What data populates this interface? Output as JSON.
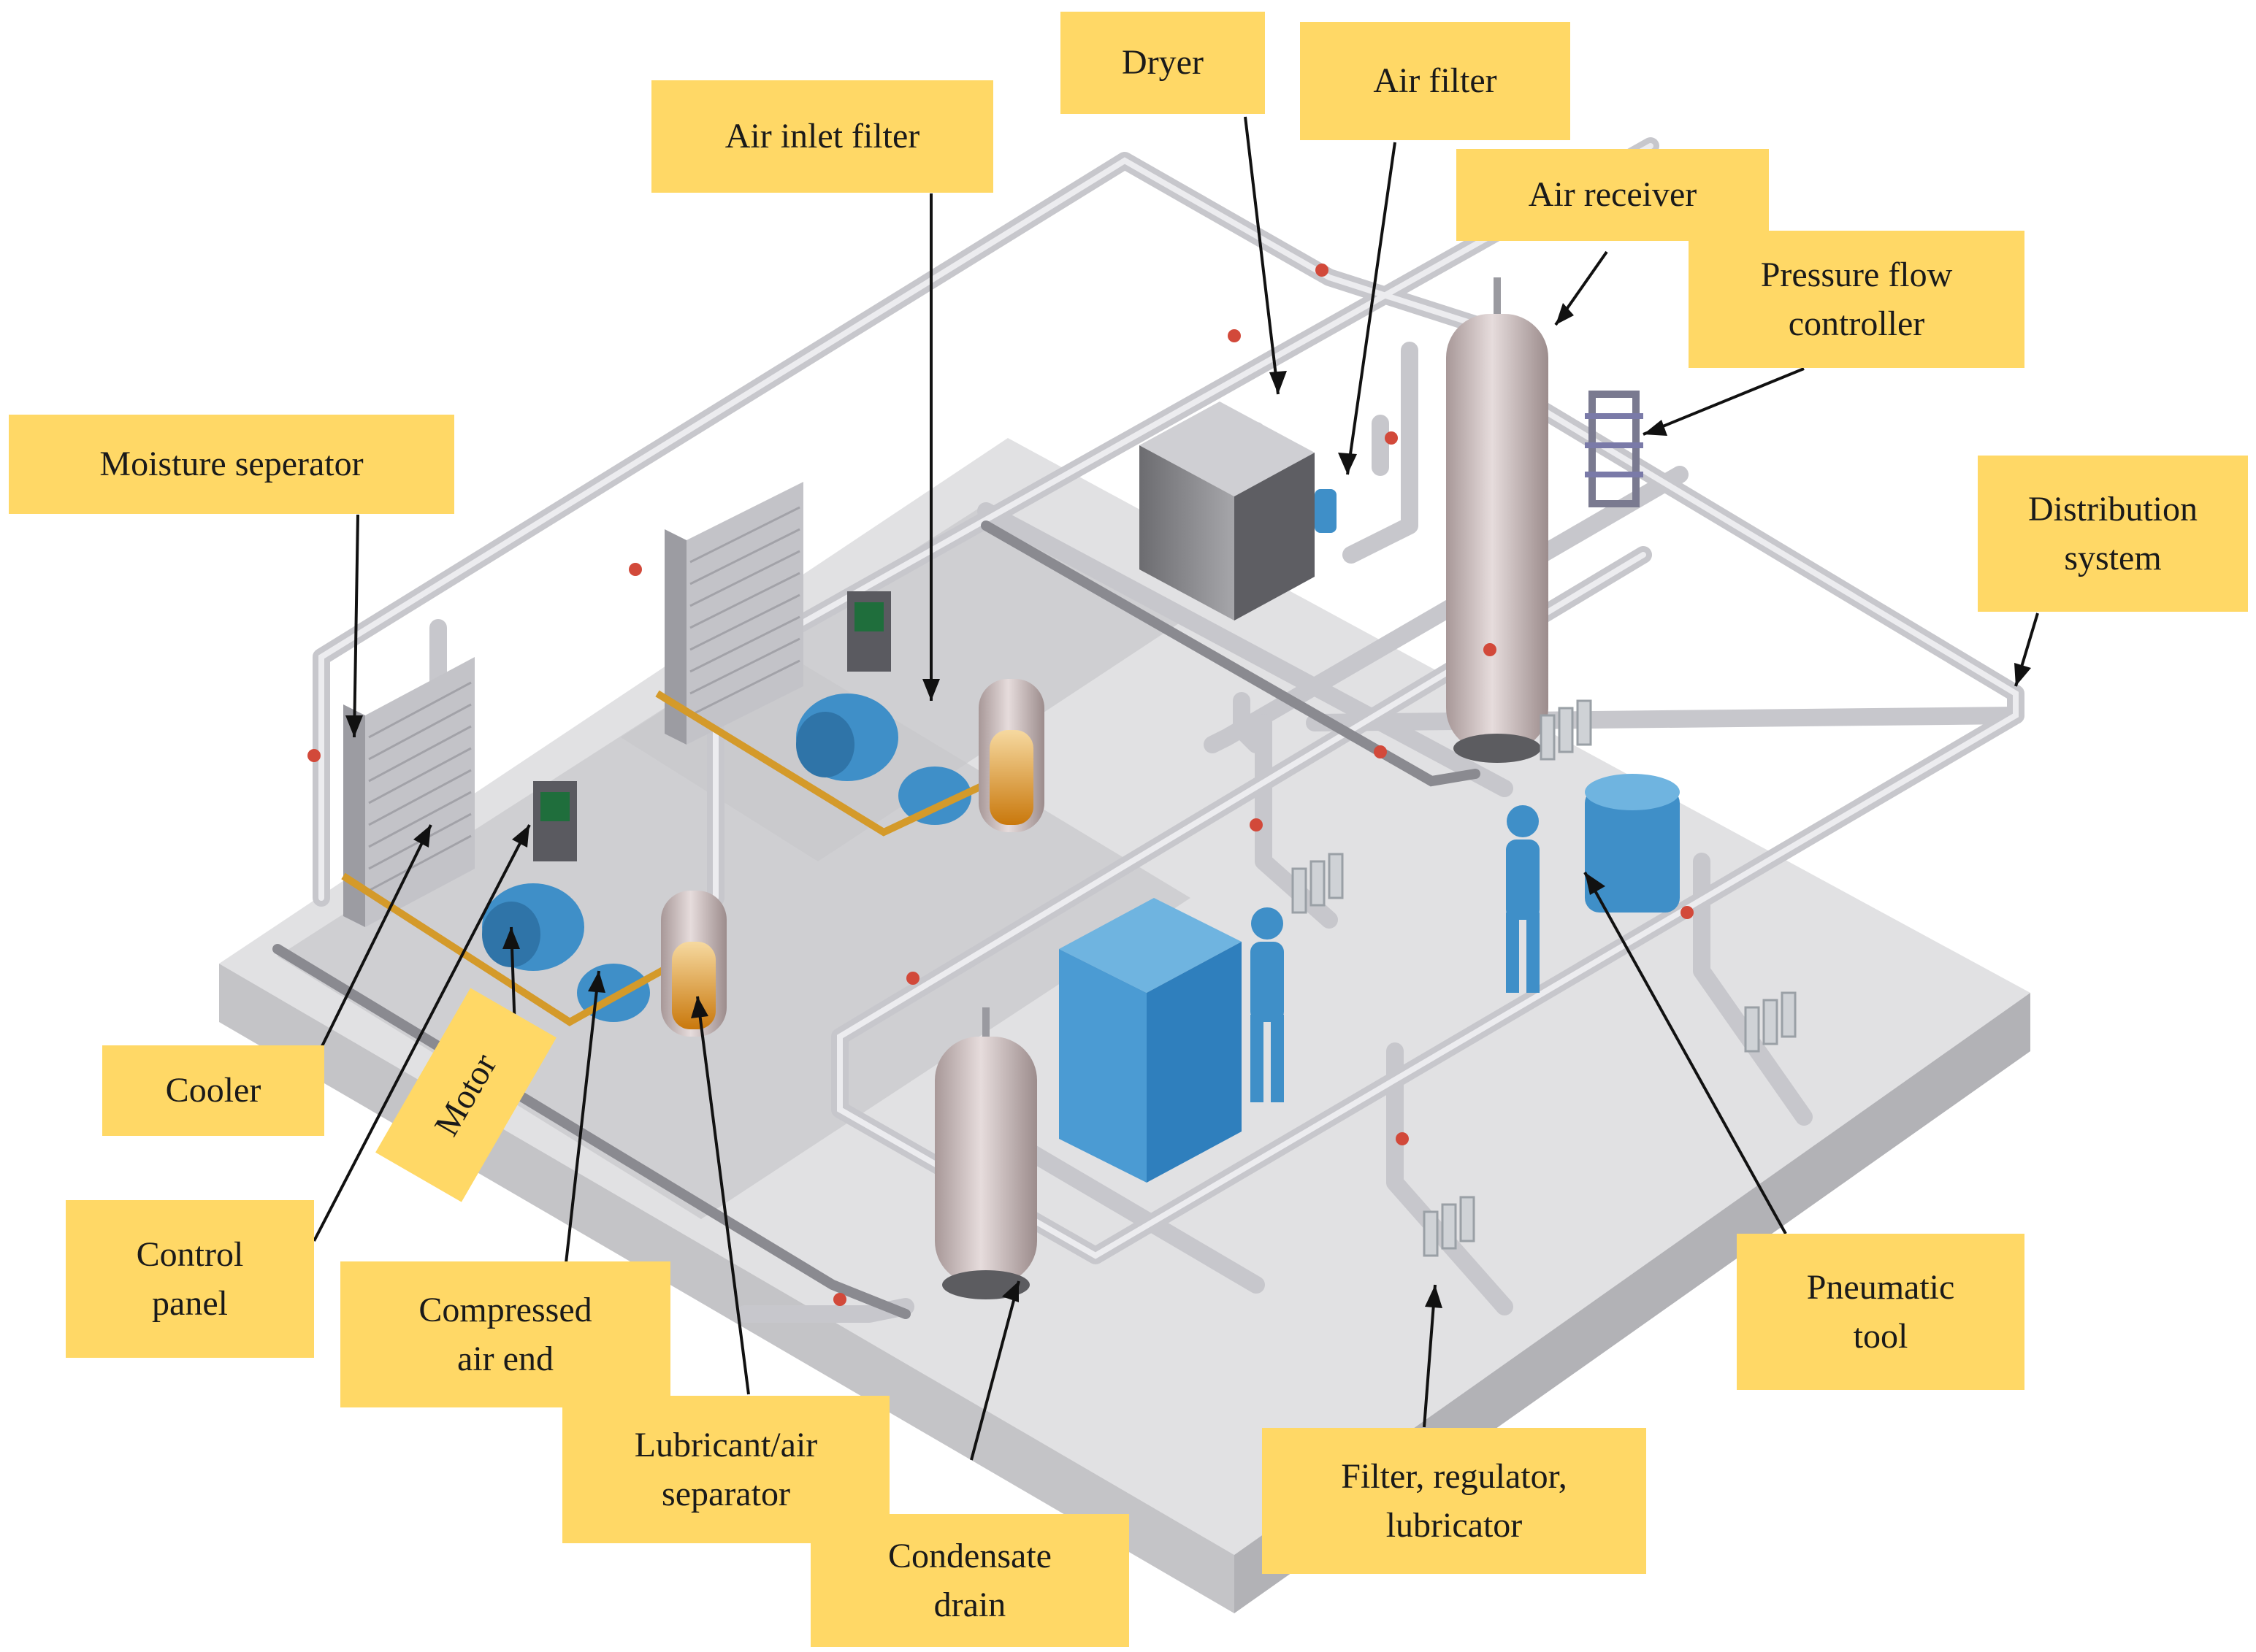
{
  "labels": {
    "dryer": "Dryer",
    "air_filter": "Air filter",
    "air_inlet_filter": "Air inlet filter",
    "air_receiver": "Air receiver",
    "pressure_flow_controller": "Pressure flow\ncontroller",
    "moisture_separator": "Moisture seperator",
    "distribution_system": "Distribution\nsystem",
    "cooler": "Cooler",
    "motor": "Motor",
    "control_panel": "Control\npanel",
    "compressed_air_end": "Compressed\nair end",
    "lubricant_air_separator": "Lubricant/air\nseparator",
    "condensate_drain": "Condensate\ndrain",
    "filter_regulator_lubricator": "Filter, regulator,\nlubricator",
    "pneumatic_tool": "Pneumatic\ntool"
  },
  "colors": {
    "label_fill": "#ffd866",
    "floor": "#dcdcde",
    "pipe": "#c9c9ce",
    "blue_equipment": "#3f8fc8",
    "tank": "#c9b9b9",
    "lubricant": "#e0a020",
    "valve": "#d2493a"
  }
}
